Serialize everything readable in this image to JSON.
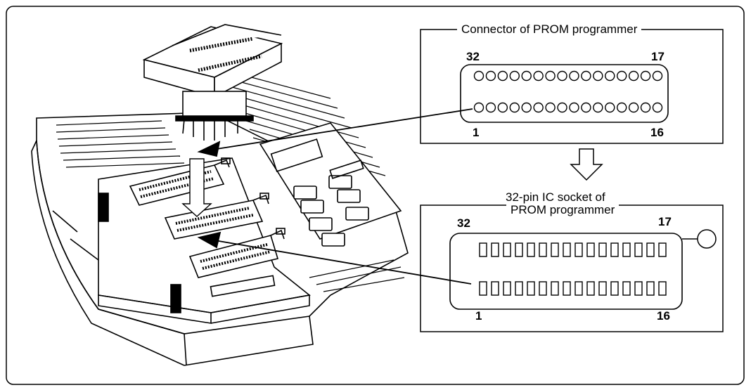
{
  "connector_panel": {
    "title": "Connector of PROM programmer",
    "pin_top_left": "32",
    "pin_top_right": "17",
    "pin_bottom_left": "1",
    "pin_bottom_right": "16",
    "pins_per_row": 16
  },
  "socket_panel": {
    "title_line1": "32-pin IC socket of",
    "title_line2": "PROM programmer",
    "pin_top_left": "32",
    "pin_top_right": "17",
    "pin_bottom_left": "1",
    "pin_bottom_right": "16",
    "pins_per_row": 16
  },
  "colors": {
    "stroke": "#000000",
    "background": "#ffffff"
  }
}
